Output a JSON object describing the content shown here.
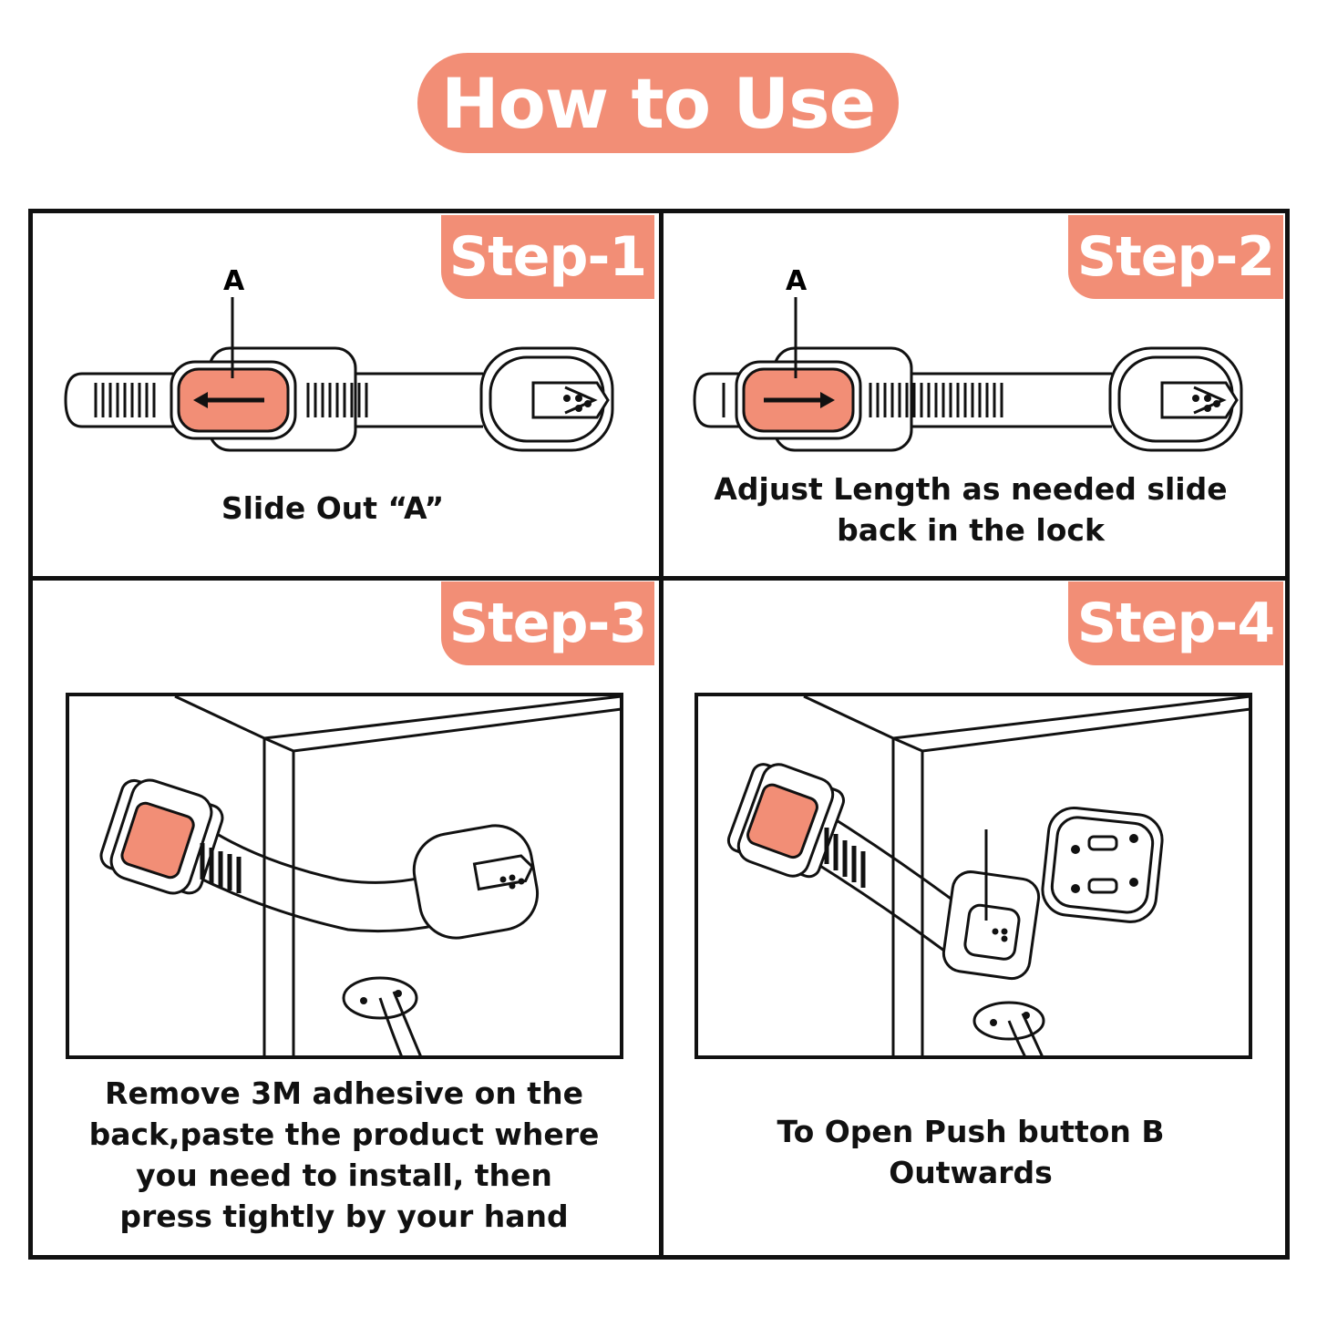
{
  "title": "How to Use",
  "colors": {
    "accent": "#F28E76",
    "outline": "#111111"
  },
  "steps": [
    {
      "tag": "Step-1",
      "caption": "Slide Out “A”",
      "marker": "A"
    },
    {
      "tag": "Step-2",
      "caption": "Adjust Length as needed slide back in the lock",
      "marker": "A"
    },
    {
      "tag": "Step-3",
      "caption": "Remove 3M adhesive on the back,paste the product where you need to install, then press tightly by your hand"
    },
    {
      "tag": "Step-4",
      "caption": "To Open Push button B Outwards"
    }
  ]
}
